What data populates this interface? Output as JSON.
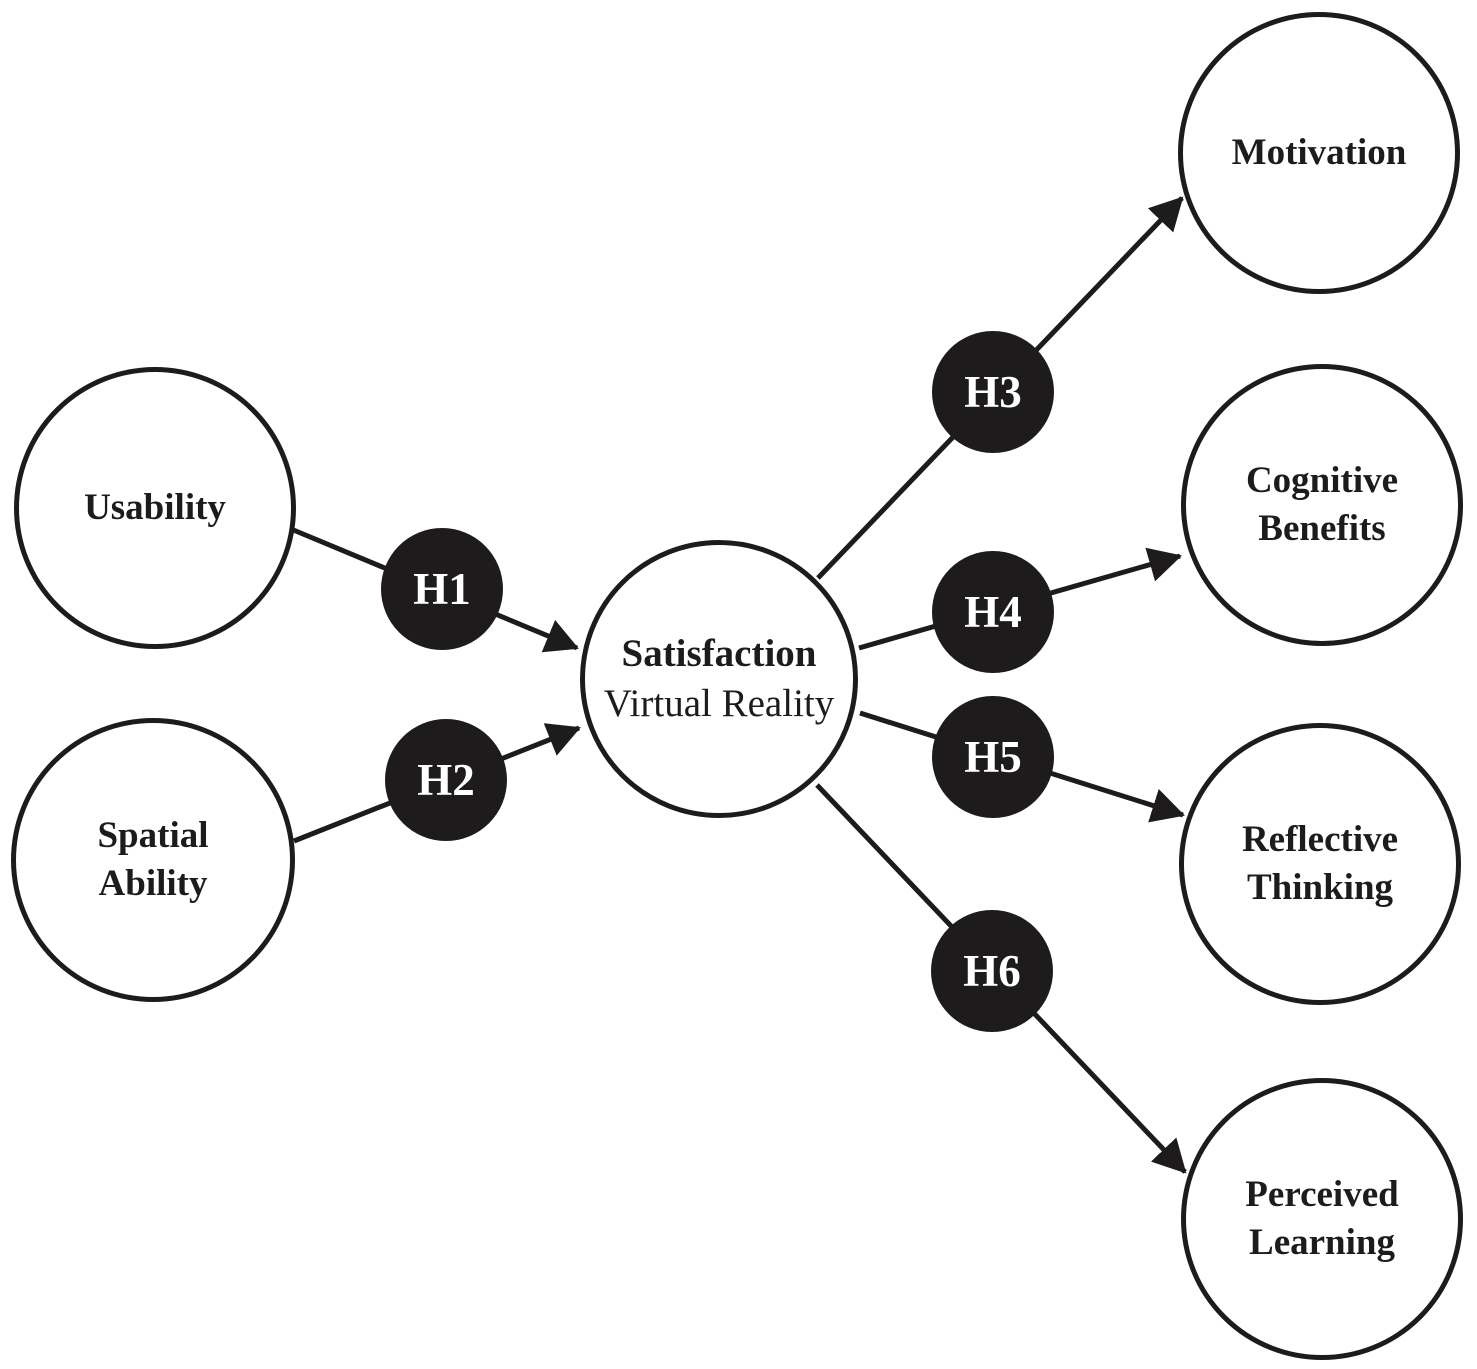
{
  "figure": {
    "type": "hypothesis-path-model"
  },
  "colors": {
    "background": "#ffffff",
    "line": "#1d1b1c",
    "construct_fill": "#ffffff",
    "construct_stroke": "#1d1b1c",
    "construct_text": "#1d1b1c",
    "hypothesis_fill": "#1d1b1c",
    "hypothesis_text": "#ffffff"
  },
  "constructs": [
    {
      "id": "usability",
      "lines": [
        "Usability"
      ]
    },
    {
      "id": "spatial-ability",
      "lines": [
        "Spatial",
        "Ability"
      ]
    },
    {
      "id": "satisfaction-virtual-reality",
      "lines": [
        "Satisfaction",
        "Virtual Reality"
      ]
    },
    {
      "id": "motivation",
      "lines": [
        "Motivation"
      ]
    },
    {
      "id": "cognitive-benefits",
      "lines": [
        "Cognitive",
        "Benefits"
      ]
    },
    {
      "id": "reflective-thinking",
      "lines": [
        "Reflective",
        "Thinking"
      ]
    },
    {
      "id": "perceived-learning",
      "lines": [
        "Perceived",
        "Learning"
      ]
    }
  ],
  "hypotheses": [
    {
      "label": "H1",
      "from": "Usability",
      "to": "Satisfaction Virtual Reality"
    },
    {
      "label": "H2",
      "from": "Spatial Ability",
      "to": "Satisfaction Virtual Reality"
    },
    {
      "label": "H3",
      "from": "Satisfaction Virtual Reality",
      "to": "Motivation"
    },
    {
      "label": "H4",
      "from": "Satisfaction Virtual Reality",
      "to": "Cognitive Benefits"
    },
    {
      "label": "H5",
      "from": "Satisfaction Virtual Reality",
      "to": "Reflective Thinking"
    },
    {
      "label": "H6",
      "from": "Satisfaction Virtual Reality",
      "to": "Perceived Learning"
    }
  ]
}
